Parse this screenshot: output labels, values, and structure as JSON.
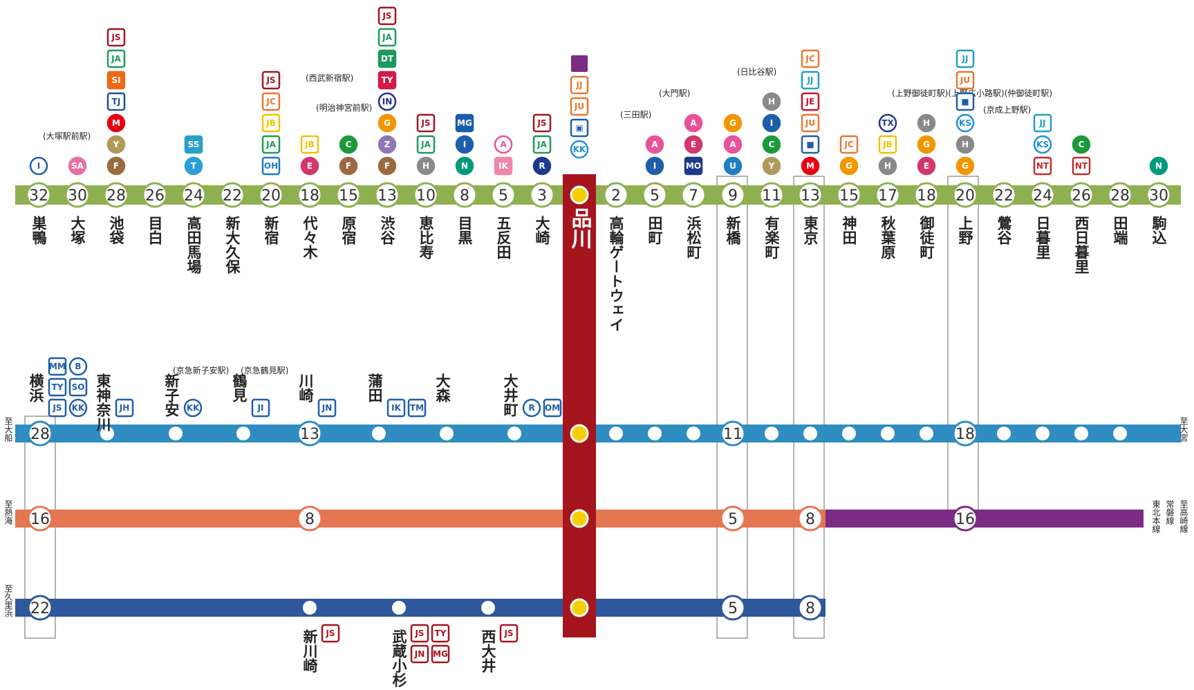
{
  "colors": {
    "yamanote": "#8fb050",
    "keihin": "#2f8dc1",
    "tokaido": "#e47652",
    "yokosuka": "#2f579c",
    "ueno_tokyo": "#7b2c84",
    "shinagawa": "#a4151e",
    "hub": "#f7cf00"
  },
  "hub": {
    "name": "品川",
    "badges": [
      "",
      "JJ",
      "JU",
      "shinkansen",
      "KK"
    ]
  },
  "yamanote": {
    "stations": [
      {
        "min": "32",
        "name": "巣鴨",
        "badges": [
          {
            "t": "I",
            "s": "c",
            "c": "#1f5ea8"
          }
        ]
      },
      {
        "min": "30",
        "name": "大塚",
        "note": "(大塚駅前駅)",
        "badges": [
          {
            "t": "SA",
            "s": "c",
            "c": "#e86fa7",
            "f": 1
          }
        ]
      },
      {
        "min": "28",
        "name": "池袋",
        "badges": [
          {
            "t": "JS",
            "s": "q",
            "c": "#a4151e"
          },
          {
            "t": "JA",
            "s": "q",
            "c": "#1c9a5b"
          },
          {
            "t": "SI",
            "s": "q",
            "c": "#ea6a18",
            "f": 1
          },
          {
            "t": "TJ",
            "s": "q",
            "c": "#1f4f99"
          },
          {
            "t": "M",
            "s": "c",
            "c": "#e60012",
            "f": 1
          },
          {
            "t": "Y",
            "s": "c",
            "c": "#b09a5a",
            "f": 1
          },
          {
            "t": "F",
            "s": "c",
            "c": "#9b6a3f",
            "f": 1
          }
        ]
      },
      {
        "min": "26",
        "name": "目白",
        "badges": []
      },
      {
        "min": "24",
        "name": "高田馬場",
        "badges": [
          {
            "t": "SS",
            "s": "q",
            "c": "#28a0c8",
            "f": 1
          },
          {
            "t": "T",
            "s": "c",
            "c": "#2aa0d6",
            "f": 1
          }
        ]
      },
      {
        "min": "22",
        "name": "新大久保",
        "badges": []
      },
      {
        "min": "20",
        "name": "新宿",
        "badges": [
          {
            "t": "JS",
            "s": "q",
            "c": "#a4151e"
          },
          {
            "t": "JC",
            "s": "q",
            "c": "#e8772e"
          },
          {
            "t": "JB",
            "s": "q",
            "c": "#f2c200"
          },
          {
            "t": "JA",
            "s": "q",
            "c": "#1c9a5b"
          },
          {
            "t": "OH",
            "s": "q",
            "c": "#1f78c1"
          }
        ]
      },
      {
        "min": "18",
        "name": "代々木",
        "badges": [
          {
            "t": "JB",
            "s": "q",
            "c": "#f2c200"
          },
          {
            "t": "E",
            "s": "c",
            "c": "#d3356d",
            "f": 1
          }
        ]
      },
      {
        "min": "15",
        "name": "原宿",
        "badges": [
          {
            "t": "C",
            "s": "c",
            "c": "#1c9a3b",
            "f": 1
          },
          {
            "t": "F",
            "s": "c",
            "c": "#9b6a3f",
            "f": 1
          }
        ]
      },
      {
        "min": "13",
        "name": "渋谷",
        "badges": [
          {
            "t": "JS",
            "s": "q",
            "c": "#a4151e"
          },
          {
            "t": "JA",
            "s": "q",
            "c": "#1c9a5b"
          },
          {
            "t": "DT",
            "s": "q",
            "c": "#1c9a5b",
            "f": 1
          },
          {
            "t": "TY",
            "s": "q",
            "c": "#d21a4b",
            "f": 1
          },
          {
            "t": "IN",
            "s": "c",
            "c": "#1f2f8a"
          },
          {
            "t": "G",
            "s": "c",
            "c": "#f29600",
            "f": 1
          },
          {
            "t": "Z",
            "s": "c",
            "c": "#8f76b4",
            "f": 1
          },
          {
            "t": "F",
            "s": "c",
            "c": "#9b6a3f",
            "f": 1
          }
        ]
      },
      {
        "min": "10",
        "name": "恵比寿",
        "badges": [
          {
            "t": "JS",
            "s": "q",
            "c": "#a4151e"
          },
          {
            "t": "JA",
            "s": "q",
            "c": "#1c9a5b"
          },
          {
            "t": "H",
            "s": "c",
            "c": "#8a8a8a",
            "f": 1
          }
        ]
      },
      {
        "min": "8",
        "name": "目黒",
        "badges": [
          {
            "t": "MG",
            "s": "q",
            "c": "#1a5ca8",
            "f": 1
          },
          {
            "t": "I",
            "s": "c",
            "c": "#1f5ea8",
            "f": 1
          },
          {
            "t": "N",
            "s": "c",
            "c": "#009b7d",
            "f": 1
          }
        ]
      },
      {
        "min": "5",
        "name": "五反田",
        "badges": [
          {
            "t": "A",
            "s": "c",
            "c": "#e85298"
          },
          {
            "t": "IK",
            "s": "q",
            "c": "#ee86a7",
            "f": 1
          }
        ]
      },
      {
        "min": "3",
        "name": "大崎",
        "badges": [
          {
            "t": "JS",
            "s": "q",
            "c": "#a4151e"
          },
          {
            "t": "JA",
            "s": "q",
            "c": "#1c9a5b"
          },
          {
            "t": "R",
            "s": "c",
            "c": "#1f3a8a",
            "f": 1
          }
        ]
      },
      {
        "min": "2",
        "name": "高輪ゲートウェイ",
        "badges": []
      },
      {
        "min": "5",
        "name": "田町",
        "note": "(三田駅)",
        "badges": [
          {
            "t": "A",
            "s": "c",
            "c": "#e85298",
            "f": 1
          },
          {
            "t": "I",
            "s": "c",
            "c": "#1f5ea8",
            "f": 1
          }
        ]
      },
      {
        "min": "7",
        "name": "浜松町",
        "note": "(大門駅)",
        "badges": [
          {
            "t": "A",
            "s": "c",
            "c": "#e85298",
            "f": 1
          },
          {
            "t": "E",
            "s": "c",
            "c": "#d3356d",
            "f": 1
          },
          {
            "t": "MO",
            "s": "q",
            "c": "#1f3a8a",
            "f": 1
          }
        ]
      },
      {
        "min": "9",
        "name": "新橋",
        "badges": [
          {
            "t": "G",
            "s": "c",
            "c": "#f29600",
            "f": 1
          },
          {
            "t": "A",
            "s": "c",
            "c": "#e85298",
            "f": 1
          },
          {
            "t": "U",
            "s": "c",
            "c": "#1f7fc1",
            "f": 1
          }
        ]
      },
      {
        "min": "11",
        "name": "有楽町",
        "note": "(日比谷駅)",
        "badges": [
          {
            "t": "H",
            "s": "c",
            "c": "#8a8a8a",
            "f": 1
          },
          {
            "t": "I",
            "s": "c",
            "c": "#1f5ea8",
            "f": 1
          },
          {
            "t": "C",
            "s": "c",
            "c": "#1c9a3b",
            "f": 1
          },
          {
            "t": "Y",
            "s": "c",
            "c": "#b09a5a",
            "f": 1
          }
        ]
      },
      {
        "min": "13",
        "name": "東京",
        "badges": [
          {
            "t": "JC",
            "s": "q",
            "c": "#e8772e"
          },
          {
            "t": "JJ",
            "s": "q",
            "c": "#1fa0c8"
          },
          {
            "t": "JE",
            "s": "q",
            "c": "#c8102e"
          },
          {
            "t": "JU",
            "s": "q",
            "c": "#e8772e"
          },
          {
            "t": "■",
            "s": "q",
            "c": "#1f5ea8"
          },
          {
            "t": "M",
            "s": "c",
            "c": "#e60012",
            "f": 1
          }
        ]
      },
      {
        "min": "15",
        "name": "神田",
        "badges": [
          {
            "t": "JC",
            "s": "q",
            "c": "#e8772e"
          },
          {
            "t": "G",
            "s": "c",
            "c": "#f29600",
            "f": 1
          }
        ]
      },
      {
        "min": "17",
        "name": "秋葉原",
        "badges": [
          {
            "t": "TX",
            "s": "c",
            "c": "#1f3a8a"
          },
          {
            "t": "JB",
            "s": "q",
            "c": "#f2c200"
          },
          {
            "t": "H",
            "s": "c",
            "c": "#8a8a8a",
            "f": 1
          }
        ]
      },
      {
        "min": "18",
        "name": "御徒町",
        "note": "(上野御徒町駅)(上野広小路駅)(仲御徒町駅)",
        "badges": [
          {
            "t": "H",
            "s": "c",
            "c": "#8a8a8a",
            "f": 1
          },
          {
            "t": "G",
            "s": "c",
            "c": "#f29600",
            "f": 1
          },
          {
            "t": "E",
            "s": "c",
            "c": "#d3356d",
            "f": 1
          }
        ]
      },
      {
        "min": "20",
        "name": "上野",
        "badges": [
          {
            "t": "JJ",
            "s": "q",
            "c": "#1fa0c8"
          },
          {
            "t": "JU",
            "s": "q",
            "c": "#e8772e"
          },
          {
            "t": "■",
            "s": "q",
            "c": "#1f5ea8"
          },
          {
            "t": "KS",
            "s": "c",
            "c": "#1f8fd6"
          },
          {
            "t": "H",
            "s": "c",
            "c": "#8a8a8a",
            "f": 1
          },
          {
            "t": "G",
            "s": "c",
            "c": "#f29600",
            "f": 1
          }
        ]
      },
      {
        "min": "22",
        "name": "鶯谷",
        "badges": []
      },
      {
        "min": "24",
        "name": "日暮里",
        "badges": [
          {
            "t": "JJ",
            "s": "q",
            "c": "#1fa0c8"
          },
          {
            "t": "KS",
            "s": "c",
            "c": "#1f8fd6"
          },
          {
            "t": "NT",
            "s": "q",
            "c": "#c32a2a"
          }
        ]
      },
      {
        "min": "26",
        "name": "西日暮里",
        "badges": [
          {
            "t": "C",
            "s": "c",
            "c": "#1c9a3b",
            "f": 1
          },
          {
            "t": "NT",
            "s": "q",
            "c": "#c32a2a"
          }
        ]
      },
      {
        "min": "28",
        "name": "田端",
        "badges": []
      },
      {
        "min": "30",
        "name": "駒込",
        "badges": [
          {
            "t": "N",
            "s": "c",
            "c": "#009b7d",
            "f": 1
          }
        ]
      }
    ],
    "notes": {
      "shinjuku_seibu": "(西武新宿駅)",
      "meiji": "(明治神宮前駅)",
      "keisei_ueno": "(京成上野駅)"
    }
  },
  "keihin": {
    "left_terminus": "至大船",
    "right_terminus": "至大宮",
    "stations": [
      {
        "min": "28",
        "name": "横浜",
        "badges": [
          "JS",
          "KK",
          "TY",
          "SO",
          "MM",
          "B"
        ]
      },
      {
        "min": "",
        "name": "東神奈川",
        "badges": [
          "JH"
        ]
      },
      {
        "min": "",
        "name": "新子安",
        "note": "(京急新子安駅)",
        "badges": [
          "KK"
        ]
      },
      {
        "min": "",
        "name": "鶴見",
        "note": "(京急鶴見駅)",
        "badges": [
          "JI"
        ]
      },
      {
        "min": "13",
        "name": "川崎",
        "badges": [
          "JN"
        ]
      },
      {
        "min": "",
        "name": "蒲田",
        "badges": [
          "IK",
          "TM"
        ]
      },
      {
        "min": "",
        "name": "大森",
        "badges": []
      },
      {
        "min": "",
        "name": "大井町",
        "badges": [
          "R",
          "OM"
        ]
      },
      {
        "min": "11",
        "name": "",
        "badges": []
      },
      {
        "min": "18",
        "name": "",
        "badges": []
      }
    ]
  },
  "tokaido": {
    "left_terminus": "至熱海",
    "right_terminus": [
      "至高崎線",
      "常磐線",
      "東北本線"
    ],
    "stops": [
      "16",
      "8",
      "5",
      "8",
      "16"
    ]
  },
  "yokosuka": {
    "left_terminus": "至久里浜",
    "stops": [
      "22",
      "5",
      "8"
    ],
    "stations": [
      {
        "name": "新川崎",
        "badges": [
          "JS"
        ]
      },
      {
        "name": "武蔵小杉",
        "badges": [
          "JS",
          "TY",
          "JN",
          "MG"
        ]
      },
      {
        "name": "西大井",
        "badges": [
          "JS"
        ]
      }
    ]
  }
}
